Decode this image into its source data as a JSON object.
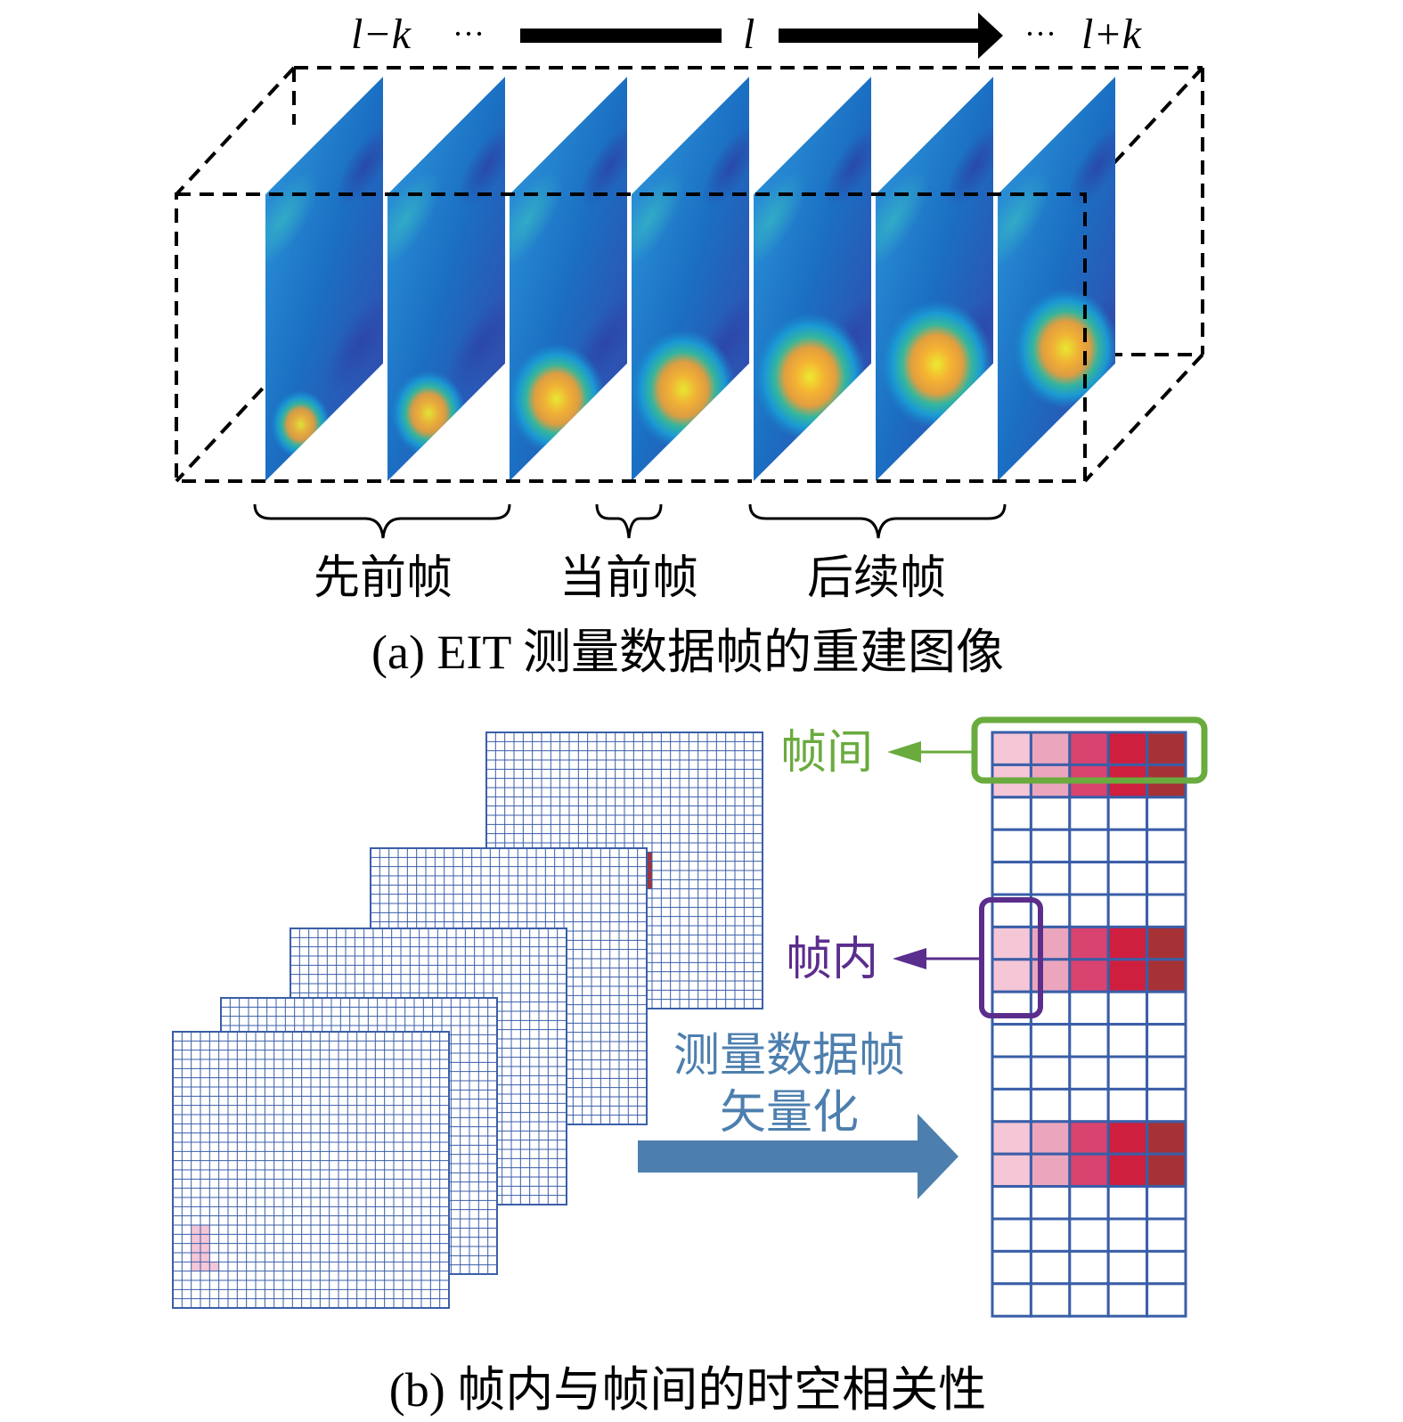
{
  "panel_a": {
    "top_labels": {
      "left": "l−k",
      "left_dots": "···",
      "center": "l",
      "right_dots": "···",
      "right": "l+k"
    },
    "frames": [
      {
        "blob_x": 0.3,
        "blob_y": 0.68,
        "blob_r": 0.16,
        "intensity": 0.9
      },
      {
        "blob_x": 0.35,
        "blob_y": 0.62,
        "blob_r": 0.2,
        "intensity": 0.92
      },
      {
        "blob_x": 0.4,
        "blob_y": 0.55,
        "blob_r": 0.26,
        "intensity": 0.95
      },
      {
        "blob_x": 0.44,
        "blob_y": 0.5,
        "blob_r": 0.28,
        "intensity": 0.95
      },
      {
        "blob_x": 0.48,
        "blob_y": 0.44,
        "blob_r": 0.3,
        "intensity": 0.97
      },
      {
        "blob_x": 0.52,
        "blob_y": 0.38,
        "blob_r": 0.3,
        "intensity": 0.97
      },
      {
        "blob_x": 0.58,
        "blob_y": 0.3,
        "blob_r": 0.28,
        "intensity": 0.95
      }
    ],
    "group_labels": {
      "previous": "先前帧",
      "current": "当前帧",
      "subsequent": "后续帧"
    },
    "caption": "(a) EIT 测量数据帧的重建图像"
  },
  "panel_b": {
    "labels": {
      "inter_frame": "帧间",
      "intra_frame": "帧内",
      "vectorize_line1": "测量数据帧",
      "vectorize_line2": "矢量化"
    },
    "colors": {
      "grid": "#3a5ea8",
      "inter_frame": "#6aab3e",
      "intra_frame": "#5b2d8c",
      "arrow": "#4d7fae",
      "text_blue": "#4d7fae",
      "frame_colors": [
        "#f4c6d6",
        "#eba6bd",
        "#d9436f",
        "#cf1f3e",
        "#a63236"
      ]
    },
    "caption": "(b) 帧内与帧间的时空相关性"
  }
}
